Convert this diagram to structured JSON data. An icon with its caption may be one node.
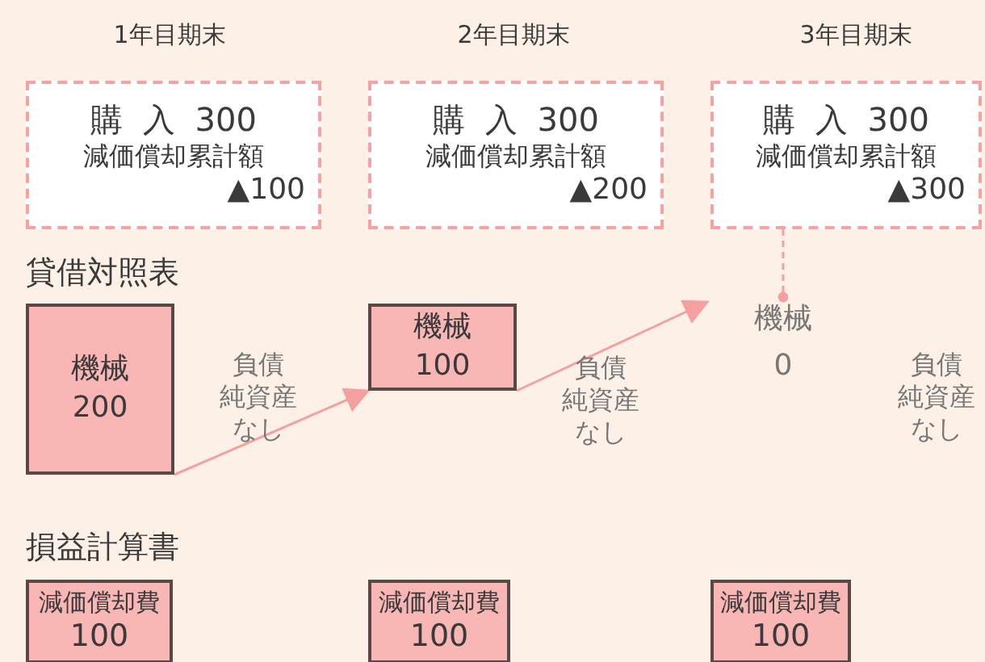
{
  "diagram": {
    "nodes": [
      {
        "text": [
          "購 入 300",
          "減価償却累計額",
          "▲100"
        ]
      },
      {
        "text": [
          "購 入 300",
          "減価償却累計額",
          "▲200"
        ]
      },
      {
        "text": [
          "購 入 300",
          "減価償却累計額",
          "▲300"
        ]
      },
      {
        "text": [
          "機械",
          "200"
        ]
      },
      {
        "text": [
          "機械",
          "100"
        ]
      },
      {
        "text": [
          "機械",
          "0"
        ]
      },
      {
        "text": [
          "減価償却費",
          "100"
        ]
      },
      {
        "text": [
          "減価償却費",
          "100"
        ]
      },
      {
        "text": [
          "減価償却費",
          "100"
        ]
      }
    ],
    "edges": [
      {
        "from": 3,
        "to": 4,
        "arrow": "to"
      },
      {
        "from": 4,
        "to": 5,
        "arrow": "to"
      },
      {
        "from": 2,
        "to": 5,
        "arrow": "other",
        "style": "dashed"
      }
    ],
    "labels": [
      "1年目期末",
      "2年目期末",
      "3年目期末",
      "貸借対照表",
      "負債純資産なし",
      "負債純資産なし",
      "負債純資産なし",
      "損益計算書"
    ]
  }
}
